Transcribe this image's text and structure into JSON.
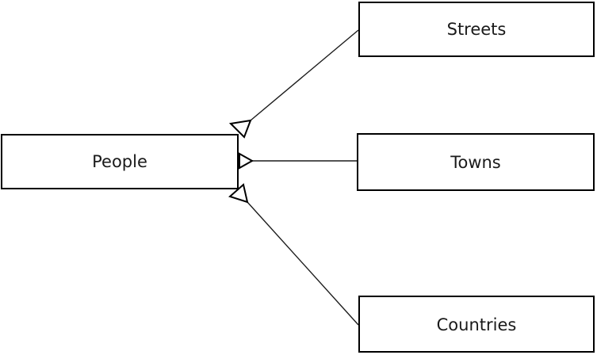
{
  "diagram": {
    "type": "entity-relation-diagram",
    "nodes": [
      {
        "id": "people",
        "label": "People"
      },
      {
        "id": "streets",
        "label": "Streets"
      },
      {
        "id": "towns",
        "label": "Towns"
      },
      {
        "id": "countries",
        "label": "Countries"
      }
    ],
    "edges": [
      {
        "from": "people",
        "to": "streets",
        "arrowhead": "hollow-triangle",
        "arrowhead_at": "people-end"
      },
      {
        "from": "people",
        "to": "towns",
        "arrowhead": "hollow-triangle",
        "arrowhead_at": "people-end"
      },
      {
        "from": "people",
        "to": "countries",
        "arrowhead": "hollow-triangle",
        "arrowhead_at": "people-end"
      }
    ],
    "colors": {
      "background": "#ffffff",
      "line": "#1c1c1c",
      "node_border": "#000000",
      "node_fill": "#ffffff",
      "text": "#1a1a1a"
    }
  }
}
